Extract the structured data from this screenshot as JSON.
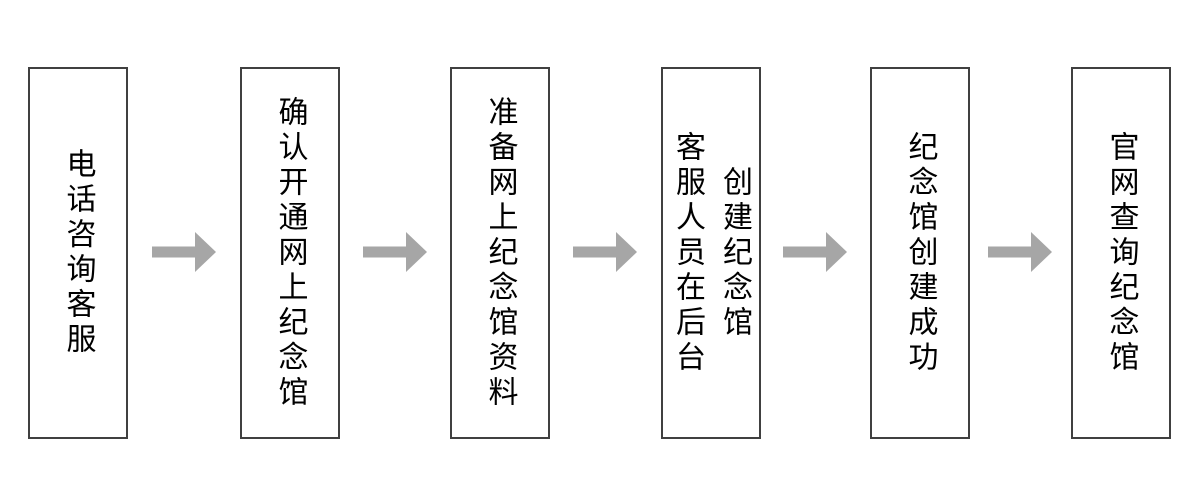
{
  "flowchart": {
    "type": "horizontal-flow",
    "direction": "left-to-right",
    "steps": [
      {
        "label": "电话咨询客服"
      },
      {
        "label": "确认开通网上纪念馆"
      },
      {
        "label": "准备网上纪念馆资料"
      },
      {
        "label": "客服人员在后台\n创建纪念馆"
      },
      {
        "label": "纪念馆创建成功"
      },
      {
        "label": "官网查询纪念馆"
      }
    ],
    "colors": {
      "background": "#ffffff",
      "box_fill": "#ffffff",
      "box_border": "#404040",
      "text": "#000000",
      "arrow": "#a6a6a6"
    }
  }
}
